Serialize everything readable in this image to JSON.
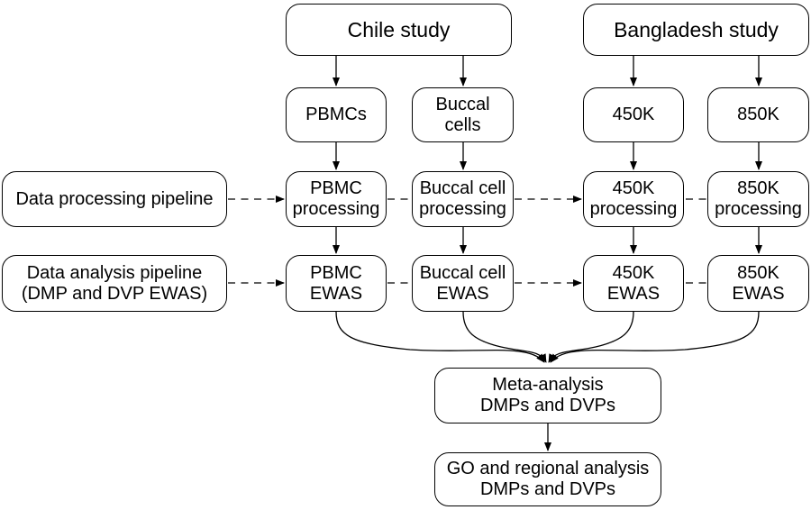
{
  "diagram": {
    "colors": {
      "background": "#ffffff",
      "node_fill": "#ffffff",
      "node_border": "#000000",
      "text": "#000000",
      "arrow": "#000000"
    },
    "nodes": {
      "chile_study": "Chile study",
      "bangladesh_study": "Bangladesh study",
      "pbmcs": "PBMCs",
      "buccal_cells": "Buccal\ncells",
      "k450": "450K",
      "k850": "850K",
      "data_processing_pipeline": "Data processing pipeline",
      "pbmc_processing": "PBMC\nprocessing",
      "buccal_cell_processing": "Buccal cell\nprocessing",
      "k450_processing": "450K\nprocessing",
      "k850_processing": "850K\nprocessing",
      "data_analysis_pipeline": "Data analysis pipeline\n(DMP and DVP EWAS)",
      "pbmc_ewas": "PBMC\nEWAS",
      "buccal_cell_ewas": "Buccal cell\nEWAS",
      "k450_ewas": "450K\nEWAS",
      "k850_ewas": "850K\nEWAS",
      "meta_analysis": "Meta-analysis\nDMPs and DVPs",
      "go_regional": "GO and regional analysis\nDMPs and DVPs"
    },
    "edges": [
      {
        "from": "chile_study",
        "to": "pbmcs",
        "style": "solid",
        "arrow": true
      },
      {
        "from": "chile_study",
        "to": "buccal_cells",
        "style": "solid",
        "arrow": true
      },
      {
        "from": "bangladesh_study",
        "to": "k450",
        "style": "solid",
        "arrow": true
      },
      {
        "from": "bangladesh_study",
        "to": "k850",
        "style": "solid",
        "arrow": true
      },
      {
        "from": "pbmcs",
        "to": "pbmc_processing",
        "style": "solid",
        "arrow": true
      },
      {
        "from": "buccal_cells",
        "to": "buccal_cell_processing",
        "style": "solid",
        "arrow": true
      },
      {
        "from": "k450",
        "to": "k450_processing",
        "style": "solid",
        "arrow": true
      },
      {
        "from": "k850",
        "to": "k850_processing",
        "style": "solid",
        "arrow": true
      },
      {
        "from": "pbmc_processing",
        "to": "pbmc_ewas",
        "style": "solid",
        "arrow": true
      },
      {
        "from": "buccal_cell_processing",
        "to": "buccal_cell_ewas",
        "style": "solid",
        "arrow": true
      },
      {
        "from": "k450_processing",
        "to": "k450_ewas",
        "style": "solid",
        "arrow": true
      },
      {
        "from": "k850_processing",
        "to": "k850_ewas",
        "style": "solid",
        "arrow": true
      },
      {
        "from": "data_processing_pipeline",
        "to": "pbmc_processing",
        "style": "dashed",
        "arrow": true
      },
      {
        "from": "pbmc_processing",
        "to": "buccal_cell_processing",
        "style": "dashed",
        "arrow": false
      },
      {
        "from": "buccal_cell_processing",
        "to": "k450_processing",
        "style": "dashed",
        "arrow": true
      },
      {
        "from": "k450_processing",
        "to": "k850_processing",
        "style": "dashed",
        "arrow": false
      },
      {
        "from": "data_analysis_pipeline",
        "to": "pbmc_ewas",
        "style": "dashed",
        "arrow": true
      },
      {
        "from": "pbmc_ewas",
        "to": "buccal_cell_ewas",
        "style": "dashed",
        "arrow": false
      },
      {
        "from": "buccal_cell_ewas",
        "to": "k450_ewas",
        "style": "dashed",
        "arrow": true
      },
      {
        "from": "k450_ewas",
        "to": "k850_ewas",
        "style": "dashed",
        "arrow": false
      },
      {
        "from": "pbmc_ewas",
        "to": "meta_analysis",
        "style": "curve",
        "arrow": true
      },
      {
        "from": "buccal_cell_ewas",
        "to": "meta_analysis",
        "style": "curve",
        "arrow": true
      },
      {
        "from": "k450_ewas",
        "to": "meta_analysis",
        "style": "curve",
        "arrow": true
      },
      {
        "from": "k850_ewas",
        "to": "meta_analysis",
        "style": "curve",
        "arrow": true
      },
      {
        "from": "meta_analysis",
        "to": "go_regional",
        "style": "solid",
        "arrow": true
      }
    ]
  }
}
